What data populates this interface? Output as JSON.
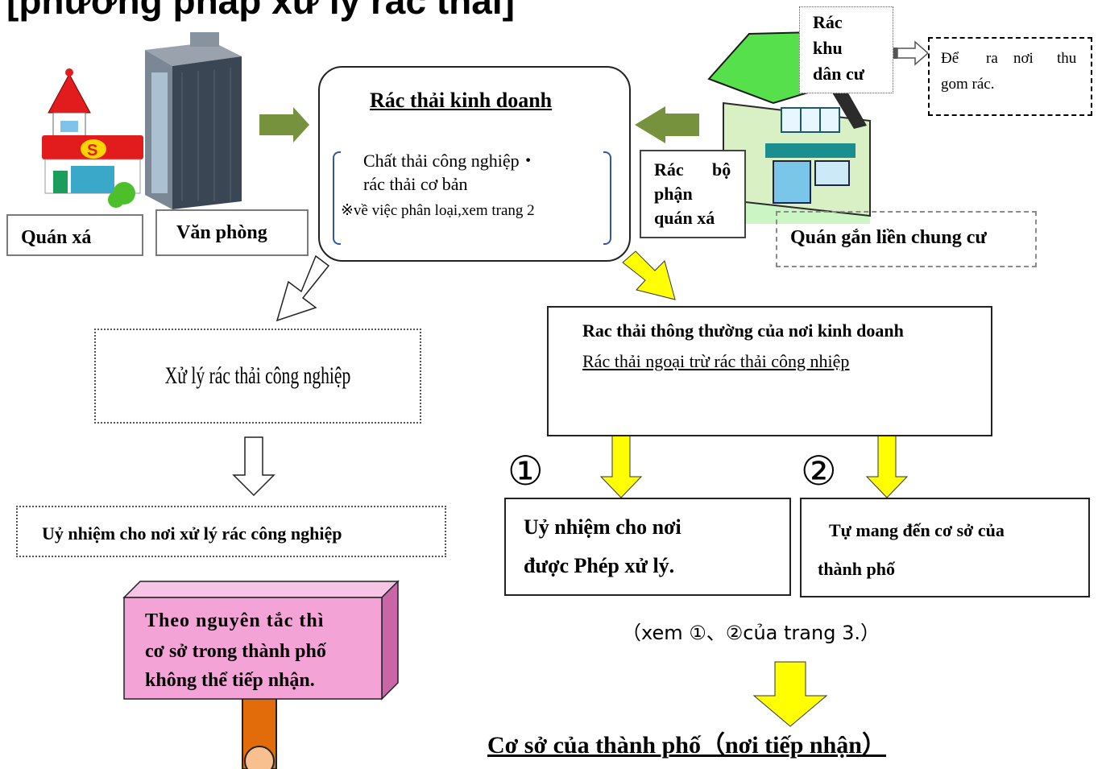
{
  "header": {
    "title": "[phương pháp xử lý rác thải]"
  },
  "sources": {
    "quan_xa": "Quán xá",
    "van_phong": "Văn phòng",
    "rac_bo_phan": [
      "Rác",
      "bộ",
      "phận",
      "quán xá"
    ],
    "quan_chung_cu": "Quán gắn liền chung cư",
    "rac_khu_dan_cu": [
      "Rác",
      "khu",
      "dân cư"
    ],
    "collection_note": [
      "Để",
      "ra",
      "nơi",
      "thu",
      "gom rác."
    ]
  },
  "center": {
    "title": "Rác thải kinh doanh",
    "line1": "Chất thải công nghiệp・",
    "line2": "rác thải cơ bản",
    "line3": "※về việc phân loại,xem trang 2"
  },
  "left_branch": {
    "industrial": "Xử lý rác thải công nghiệp",
    "delegate": "Uỷ nhiệm cho nơi xử lý rác công nghiệp",
    "sign": [
      "Theo nguyên tắc thì",
      "cơ sở trong thành phố",
      "không thể tiếp nhận."
    ]
  },
  "right_branch": {
    "general_title": "Rac thải thông thường của nơi kinh doanh",
    "general_sub": "Rác thải ngoại trừ rác thải công nhiệp",
    "opt1_num": "①",
    "opt1": [
      "Uỷ nhiệm cho nơi",
      "được Phép xử lý."
    ],
    "opt2_num": "②",
    "opt2": [
      "Tự mang đến cơ sở của",
      "thành phố"
    ],
    "see": "（xem ①、②của trang 3.）",
    "final": "Cơ sở của thành phố（nơi tiếp nhận）"
  },
  "colors": {
    "arrow_green": "#76923c",
    "arrow_yellow": "#ffff00",
    "sign_pink": "#f4a3d6",
    "post_orange": "#e36c0a",
    "roof_green": "#55e04c"
  }
}
